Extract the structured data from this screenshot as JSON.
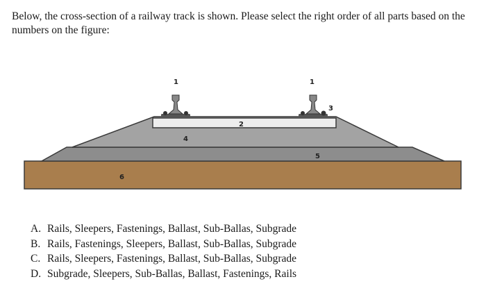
{
  "question": {
    "text": "Below, the cross-section of a railway track is shown. Please select the right order of all parts based on the numbers on the figure:"
  },
  "figure": {
    "labels": {
      "rail_left": "1",
      "rail_right": "1",
      "sleeper": "2",
      "fastening": "3",
      "ballast": "4",
      "sub_ballast": "5",
      "subgrade": "6"
    },
    "colors": {
      "subgrade": "#a97e4d",
      "sub_ballast": "#8d8d8d",
      "ballast": "#a3a3a3",
      "sleeper": "#eeeeee",
      "rail": "#888888",
      "outline": "#3a3a3a"
    }
  },
  "options": [
    {
      "letter": "A.",
      "text": "Rails, Sleepers, Fastenings, Ballast, Sub-Ballas, Subgrade"
    },
    {
      "letter": "B.",
      "text": "Rails, Fastenings, Sleepers, Ballast, Sub-Ballas, Subgrade"
    },
    {
      "letter": "C.",
      "text": "Rails, Sleepers, Fastenings, Ballast, Sub-Ballas, Subgrade"
    },
    {
      "letter": "D.",
      "text": "Subgrade, Sleepers, Sub-Ballas, Ballast, Fastenings, Rails"
    }
  ]
}
